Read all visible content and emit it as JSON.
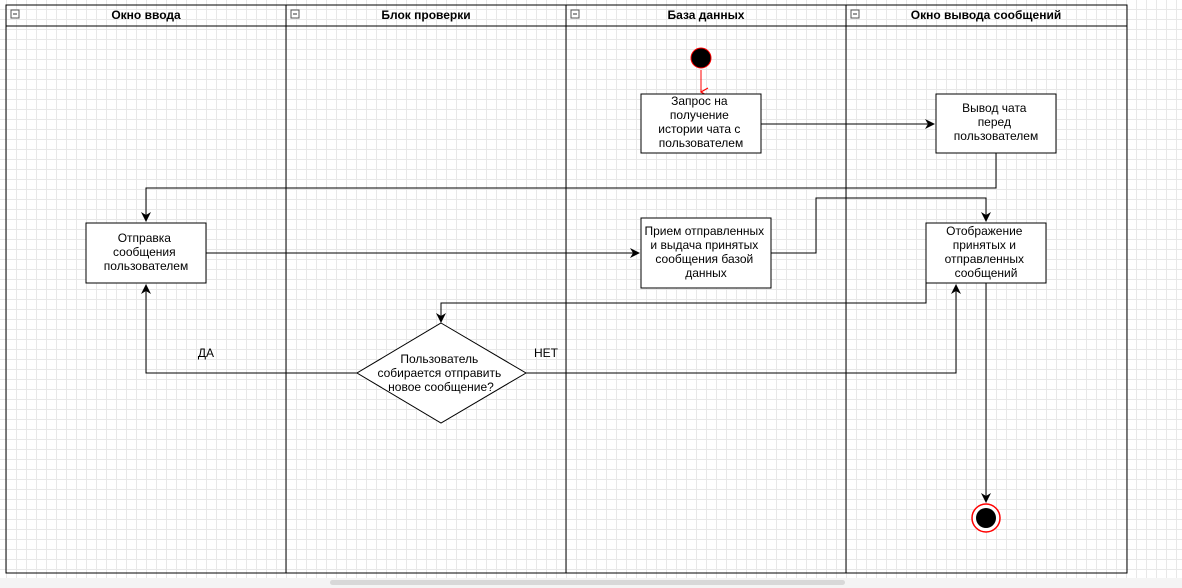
{
  "lanes": [
    {
      "title": "Окно ввода"
    },
    {
      "title": "Блок проверки"
    },
    {
      "title": "База данных"
    },
    {
      "title": "Окно вывода сообщений"
    }
  ],
  "nodes": {
    "request_history": [
      "Запрос на",
      "получение",
      "истории чата с",
      "пользователем"
    ],
    "display_chat": [
      "Вывод чата",
      "перед",
      "пользователем"
    ],
    "send_message": [
      "Отправка",
      "сообщения",
      "пользователем"
    ],
    "receive_send": [
      "Прием отправленных",
      "и выдача принятых",
      "сообщения базой",
      "данных"
    ],
    "display_messages": [
      "Отображение",
      "принятых и",
      "отправленных",
      "сообщений"
    ],
    "decision": [
      "Пользователь",
      "собирается отправить",
      "новое сообщение?"
    ]
  },
  "edge_labels": {
    "yes": "ДА",
    "no": "НЕТ"
  },
  "colors": {
    "line": "#000000",
    "start_arrow": "#ff0000",
    "end_ring": "#ff0000",
    "grid": "#e8e8e8"
  }
}
